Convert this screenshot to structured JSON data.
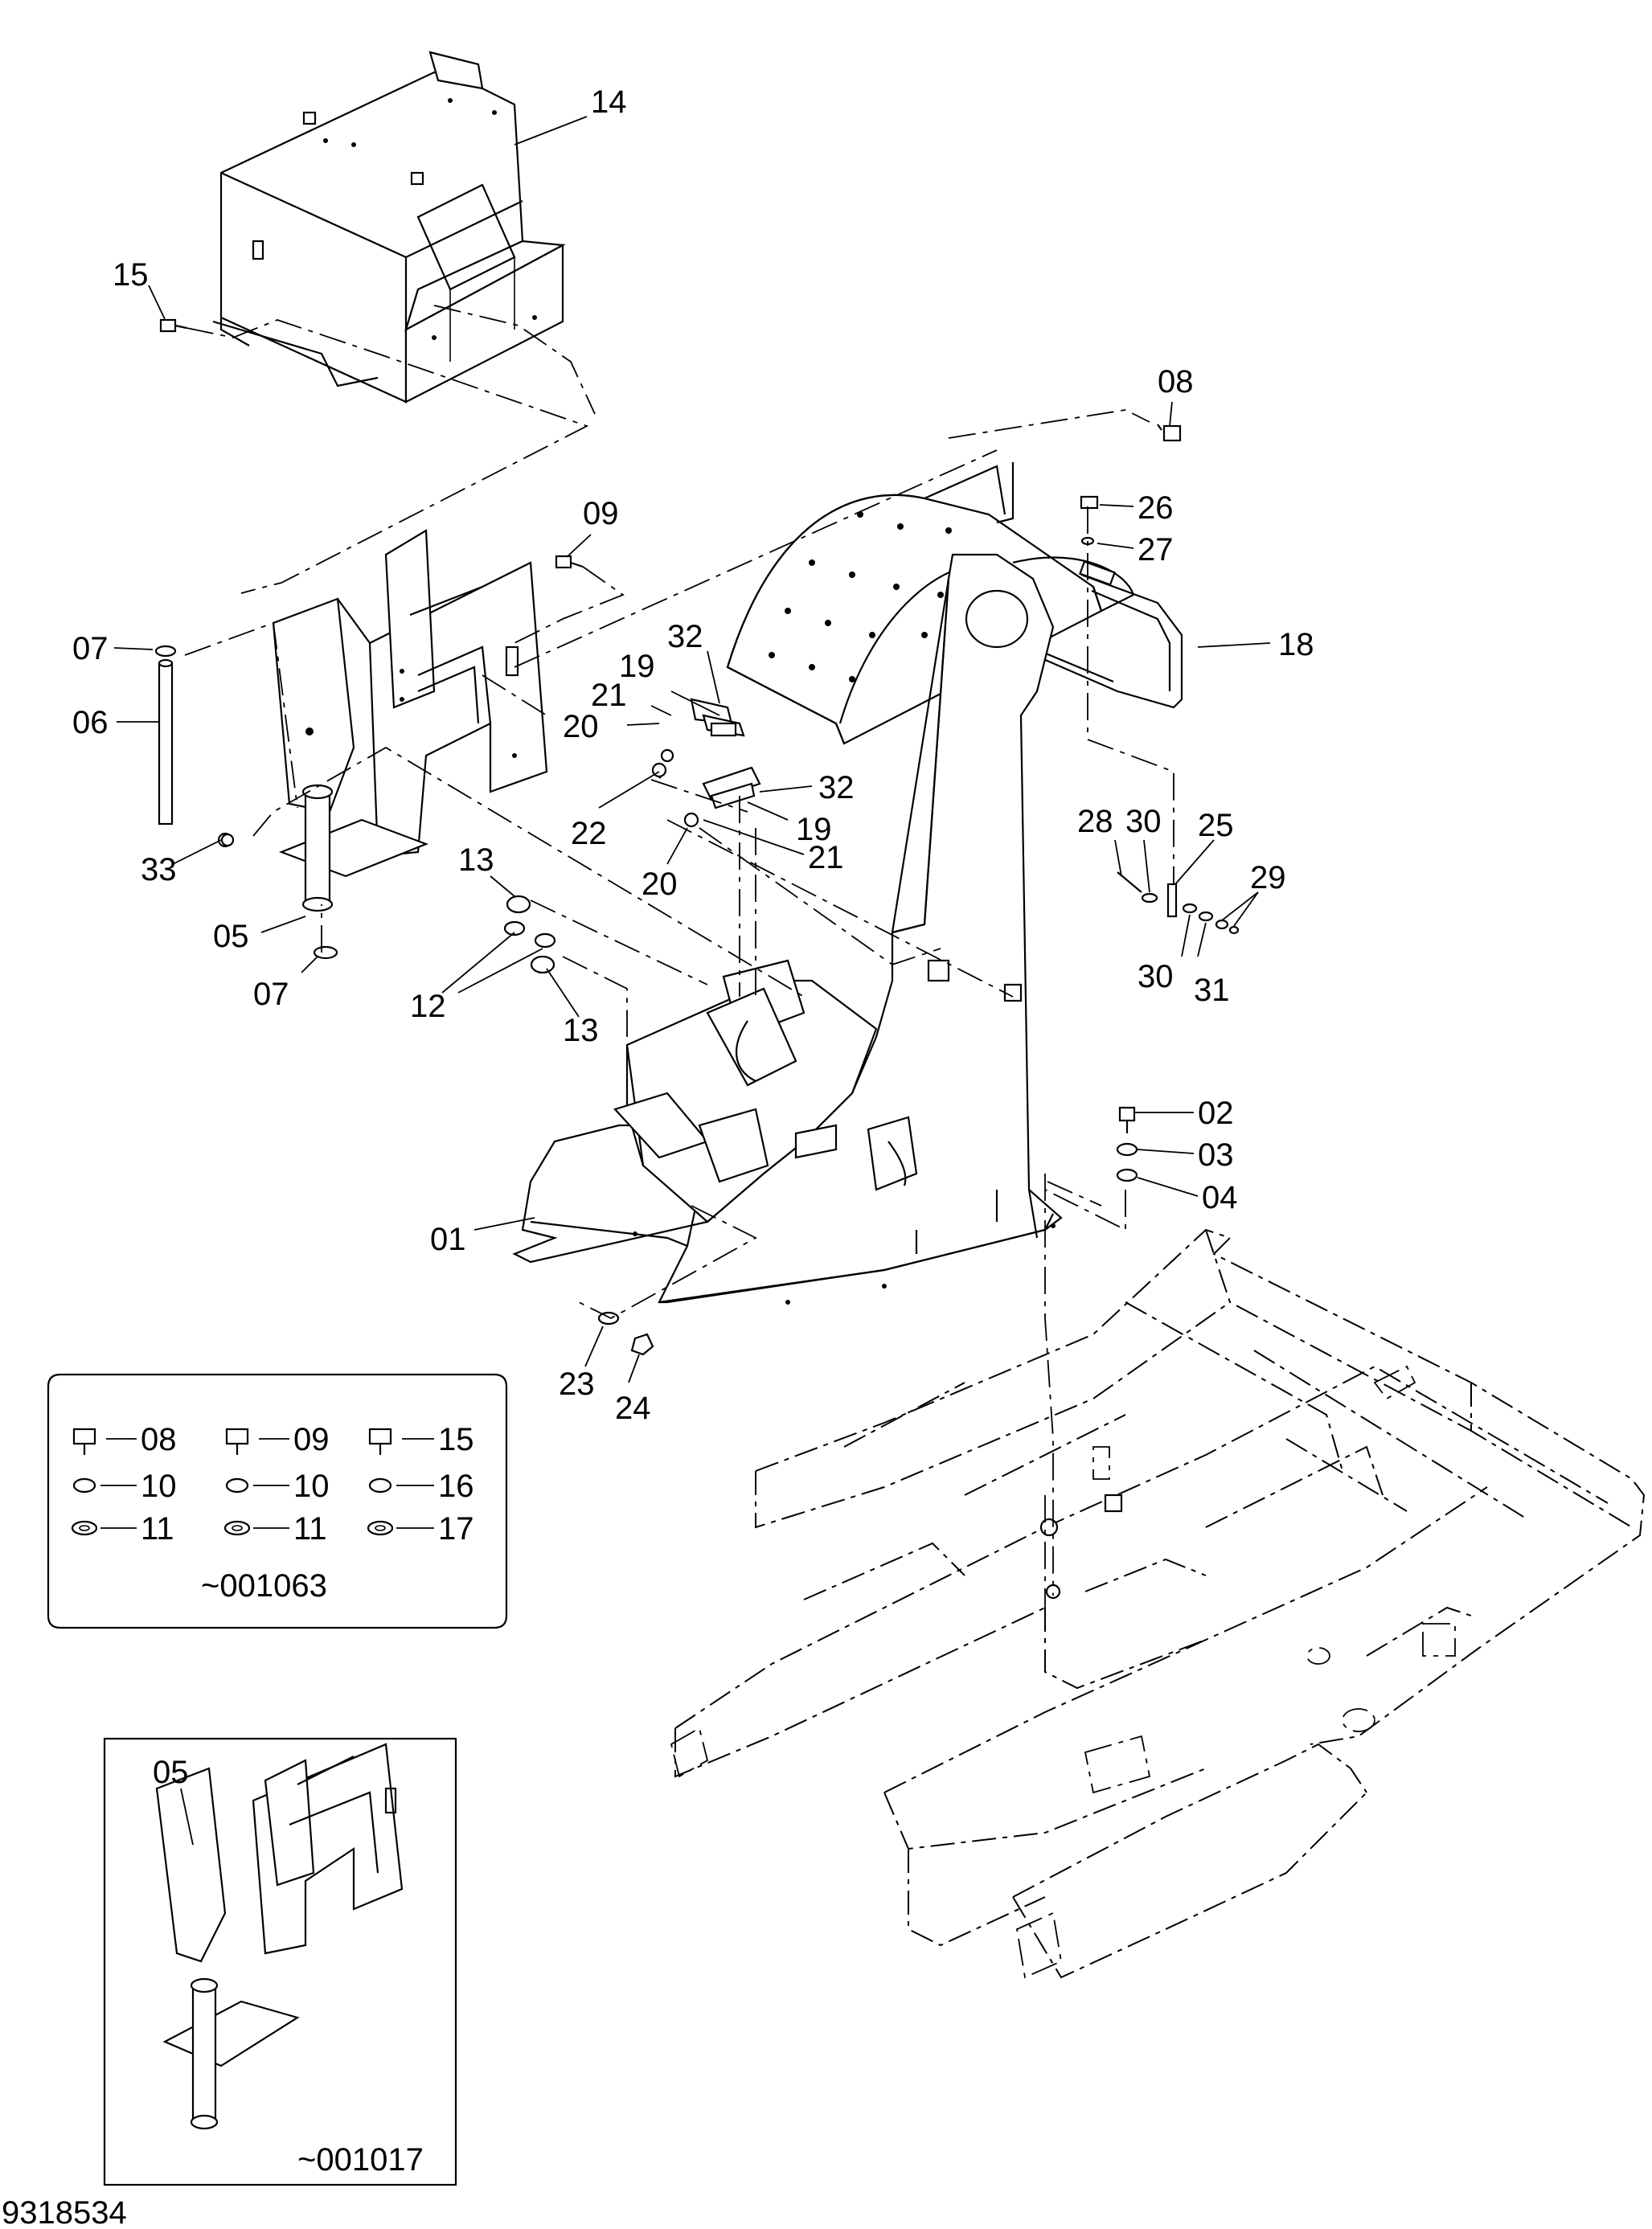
{
  "drawing_number": "9318534",
  "callouts": {
    "c14": "14",
    "c15": "15",
    "c08": "08",
    "c09": "09",
    "c26": "26",
    "c27": "27",
    "c18": "18",
    "c07a": "07",
    "c06": "06",
    "c32a": "32",
    "c19a": "19",
    "c21a": "21",
    "c20a": "20",
    "c22": "22",
    "c32b": "32",
    "c19b": "19",
    "c21b": "21",
    "c20b": "20",
    "c33": "33",
    "c13a": "13",
    "c05": "05",
    "c07b": "07",
    "c12": "12",
    "c13b": "13",
    "c28": "28",
    "c30a": "30",
    "c25": "25",
    "c29": "29",
    "c30b": "30",
    "c31": "31",
    "c02": "02",
    "c03": "03",
    "c04": "04",
    "c01": "01",
    "c23": "23",
    "c24": "24"
  },
  "legend_box": {
    "rows": [
      [
        "08",
        "09",
        "15"
      ],
      [
        "10",
        "10",
        "16"
      ],
      [
        "11",
        "11",
        "17"
      ]
    ],
    "serial_range": "~001063"
  },
  "inset_box": {
    "part_label": "05",
    "serial_range": "~001017"
  }
}
